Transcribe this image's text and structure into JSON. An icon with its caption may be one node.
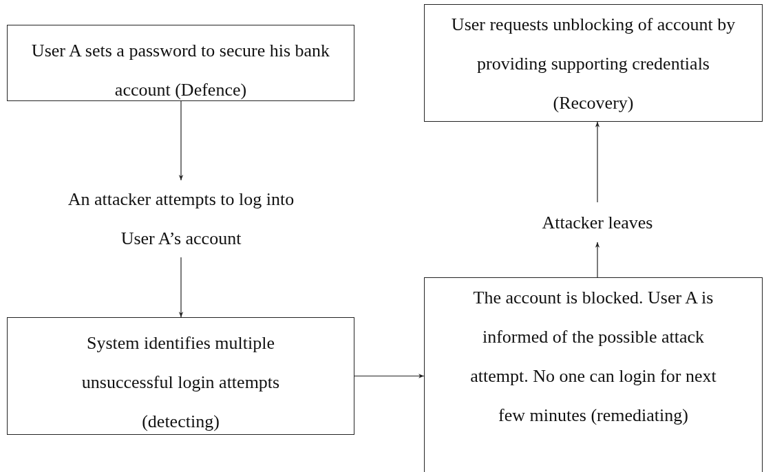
{
  "diagram": {
    "nodes": [
      {
        "text": [
          "User A sets a password to secure his bank account (Defence)"
        ]
      },
      {
        "text": [
          "An attacker attempts to log into User A’s account"
        ]
      },
      {
        "text": [
          "System identifies multiple unsuccessful login attempts (detecting)"
        ]
      },
      {
        "text": [
          "The account is blocked. User A is informed of the possible attack attempt. No one can login for next few minutes (remediating)"
        ]
      },
      {
        "text": [
          "Attacker leaves"
        ]
      },
      {
        "text": [
          "User requests unblocking of account by providing supporting credentials (Recovery)"
        ]
      }
    ],
    "edges": [
      {
        "from": 0,
        "to": 1,
        "arrow": "to"
      },
      {
        "from": 1,
        "to": 2,
        "arrow": "to"
      },
      {
        "from": 2,
        "to": 3,
        "arrow": "to"
      },
      {
        "from": 3,
        "to": 4,
        "arrow": "to"
      },
      {
        "from": 4,
        "to": 5,
        "arrow": "to"
      }
    ]
  }
}
